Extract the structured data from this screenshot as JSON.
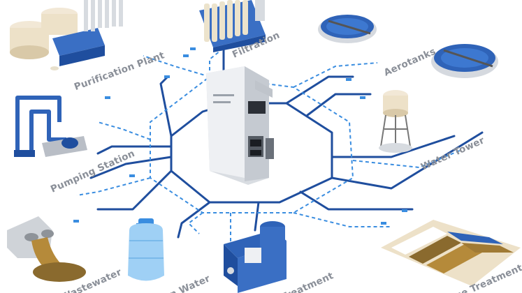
{
  "labels": {
    "purification_plant": "Purification Plant",
    "filtration": "Filtration",
    "aerotanks": "Aerotanks",
    "pumping_station": "Pumping Station",
    "water_tower": "Water Tower",
    "wastewater": "Wastewater",
    "clean_water": "an Water",
    "treatment": "Treatment",
    "sewage_treatment": "age Treatment"
  },
  "colors": {
    "network_line": "#1f4e9e",
    "dashed_line": "#3a8de0",
    "label_text": "#8a8f98"
  },
  "icons": {
    "gateway": "gateway-device-icon",
    "purification_plant": "purification-plant-icon",
    "filtration": "filtration-icon",
    "aerotanks": "aerotank-icon",
    "pumping_station": "pumping-station-icon",
    "water_tower": "water-tower-icon",
    "wastewater": "wastewater-outlet-icon",
    "clean_water": "water-bottle-icon",
    "treatment": "treatment-unit-icon",
    "sewage_treatment": "sewage-basin-icon"
  }
}
